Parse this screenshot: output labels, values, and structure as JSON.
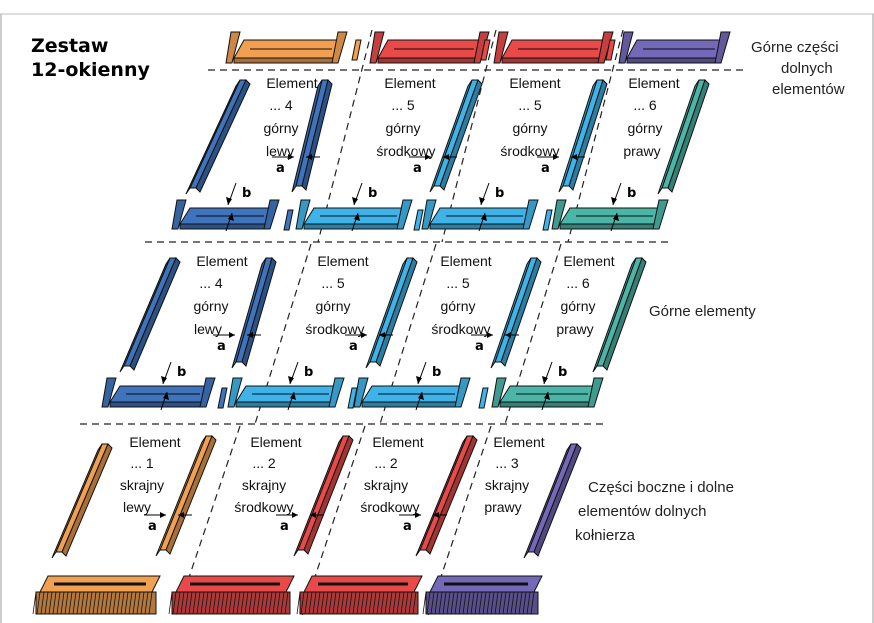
{
  "title": [
    "Zestaw",
    "12-okienny"
  ],
  "side_labels": {
    "top_parts": [
      "Górne części",
      "dolnych",
      "elementów"
    ],
    "top_elements": [
      "Górne elementy"
    ],
    "side_parts": [
      "Części boczne i dolne",
      "elementów dolnych",
      "kołnierza"
    ]
  },
  "rows": [
    [
      {
        "l1": "Element",
        "l2": "... 4",
        "l3": "górny",
        "l4": "lewy"
      },
      {
        "l1": "Element",
        "l2": "... 5",
        "l3": "górny",
        "l4": "środkowy"
      },
      {
        "l1": "Element",
        "l2": "... 5",
        "l3": "górny",
        "l4": "środkowy"
      },
      {
        "l1": "Element",
        "l2": "... 6",
        "l3": "górny",
        "l4": "prawy"
      }
    ],
    [
      {
        "l1": "Element",
        "l2": "... 4",
        "l3": "górny",
        "l4": "lewy"
      },
      {
        "l1": "Element",
        "l2": "... 5",
        "l3": "górny",
        "l4": "środkowy"
      },
      {
        "l1": "Element",
        "l2": "... 5",
        "l3": "górny",
        "l4": "środkowy"
      },
      {
        "l1": "Element",
        "l2": "... 6",
        "l3": "górny",
        "l4": "prawy"
      }
    ],
    [
      {
        "l1": "Element",
        "l2": "... 1",
        "l3": "skrajny",
        "l4": "lewy"
      },
      {
        "l1": "Element",
        "l2": "... 2",
        "l3": "skrajny",
        "l4": "środkowy"
      },
      {
        "l1": "Element",
        "l2": "... 2",
        "l3": "skrajny",
        "l4": "środkowy"
      },
      {
        "l1": "Element",
        "l2": "... 3",
        "l3": "skrajny",
        "l4": "prawy"
      }
    ]
  ],
  "dim_a": "a",
  "dim_b": "b",
  "colors": {
    "orange": "#f0a050",
    "red": "#e84a4a",
    "purple": "#7468b8",
    "dark_blue": "#3f74bd",
    "light_blue": "#3fb3e8",
    "teal": "#4bb5a7",
    "border": "#bbbbbb"
  }
}
